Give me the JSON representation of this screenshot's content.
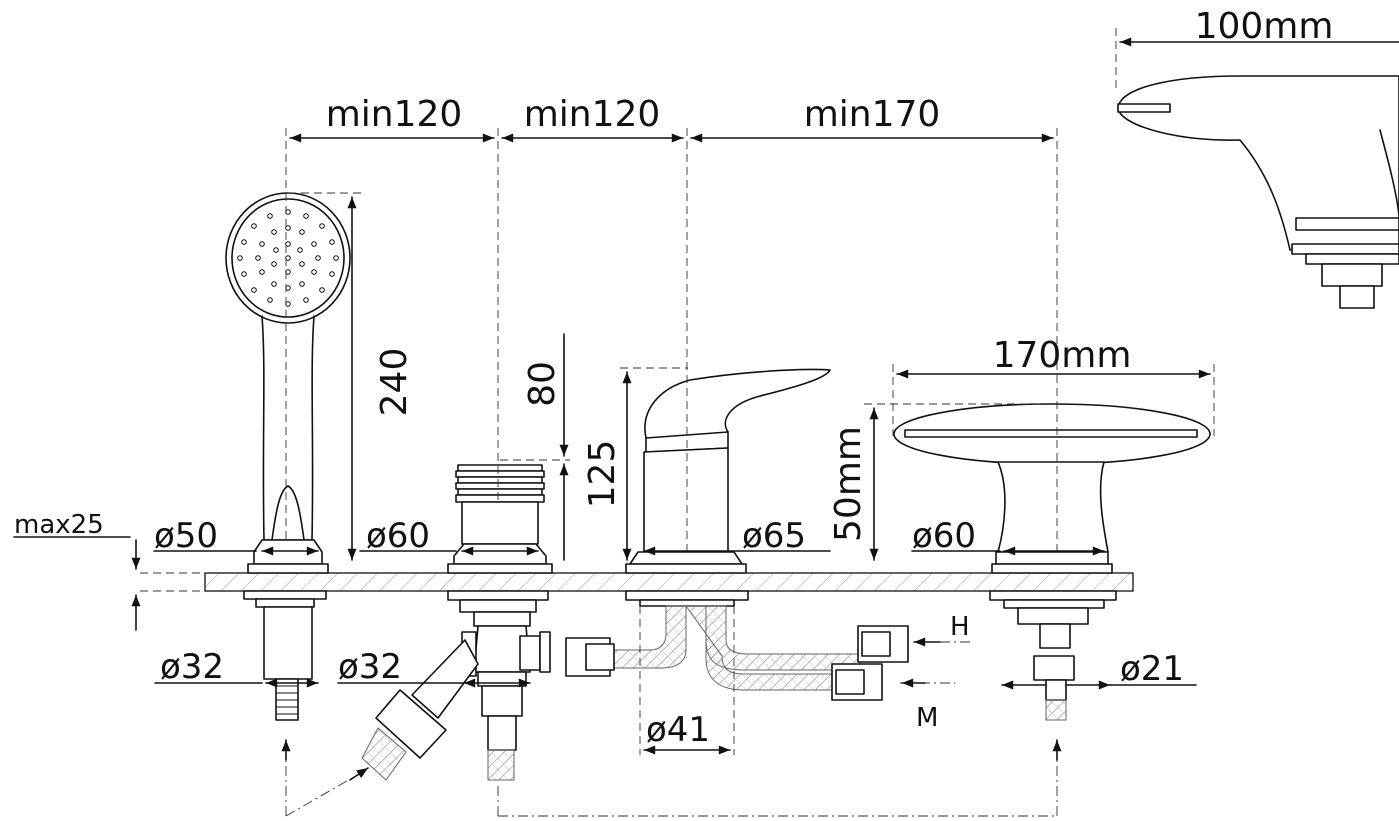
{
  "dimensions": {
    "shower_to_diverter": "min120",
    "diverter_to_mixer": "min120",
    "mixer_to_spout": "min170",
    "spout_top_width": "100mm",
    "spout_length": "170mm",
    "spout_height": "50mm",
    "handshower_length": "240",
    "diverter_height": "80",
    "mixer_height": "125",
    "deck_thickness": "max25",
    "shower_base_dia": "ø50",
    "diverter_base_dia": "ø60",
    "mixer_base_dia": "ø65",
    "spout_base_dia": "ø60",
    "shower_shank_dia": "ø32",
    "diverter_shank_dia": "ø32",
    "mixer_shank_dia": "ø41",
    "spout_shank_dia": "ø21"
  },
  "connections": {
    "hot": "H",
    "mixed": "M"
  },
  "colors": {
    "line": "#111111",
    "hatch": "#9a9a9a",
    "background": "#ffffff"
  }
}
